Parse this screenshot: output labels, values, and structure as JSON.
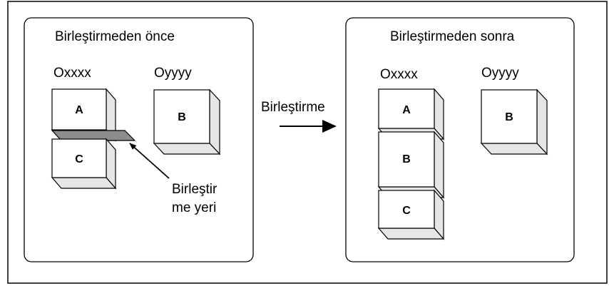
{
  "before": {
    "title": "Birleştirmeden önce",
    "program_left": {
      "name": "Oxxxx",
      "blocks": [
        "A",
        "C"
      ]
    },
    "program_right": {
      "name": "Oyyyy",
      "blocks": [
        "B"
      ]
    },
    "joint_label_line1": "Birleştir",
    "joint_label_line2": "me yeri"
  },
  "operation": {
    "label": "Birleştirme"
  },
  "after": {
    "title": "Birleştirmeden sonra",
    "program_left": {
      "name": "Oxxxx",
      "blocks": [
        "A",
        "B",
        "C"
      ]
    },
    "program_right": {
      "name": "Oyyyy",
      "blocks": [
        "B"
      ]
    }
  },
  "colors": {
    "stroke": "#000000",
    "face": "#ffffff",
    "side": "#e6e6e6",
    "joint": "#8c8c8c"
  }
}
